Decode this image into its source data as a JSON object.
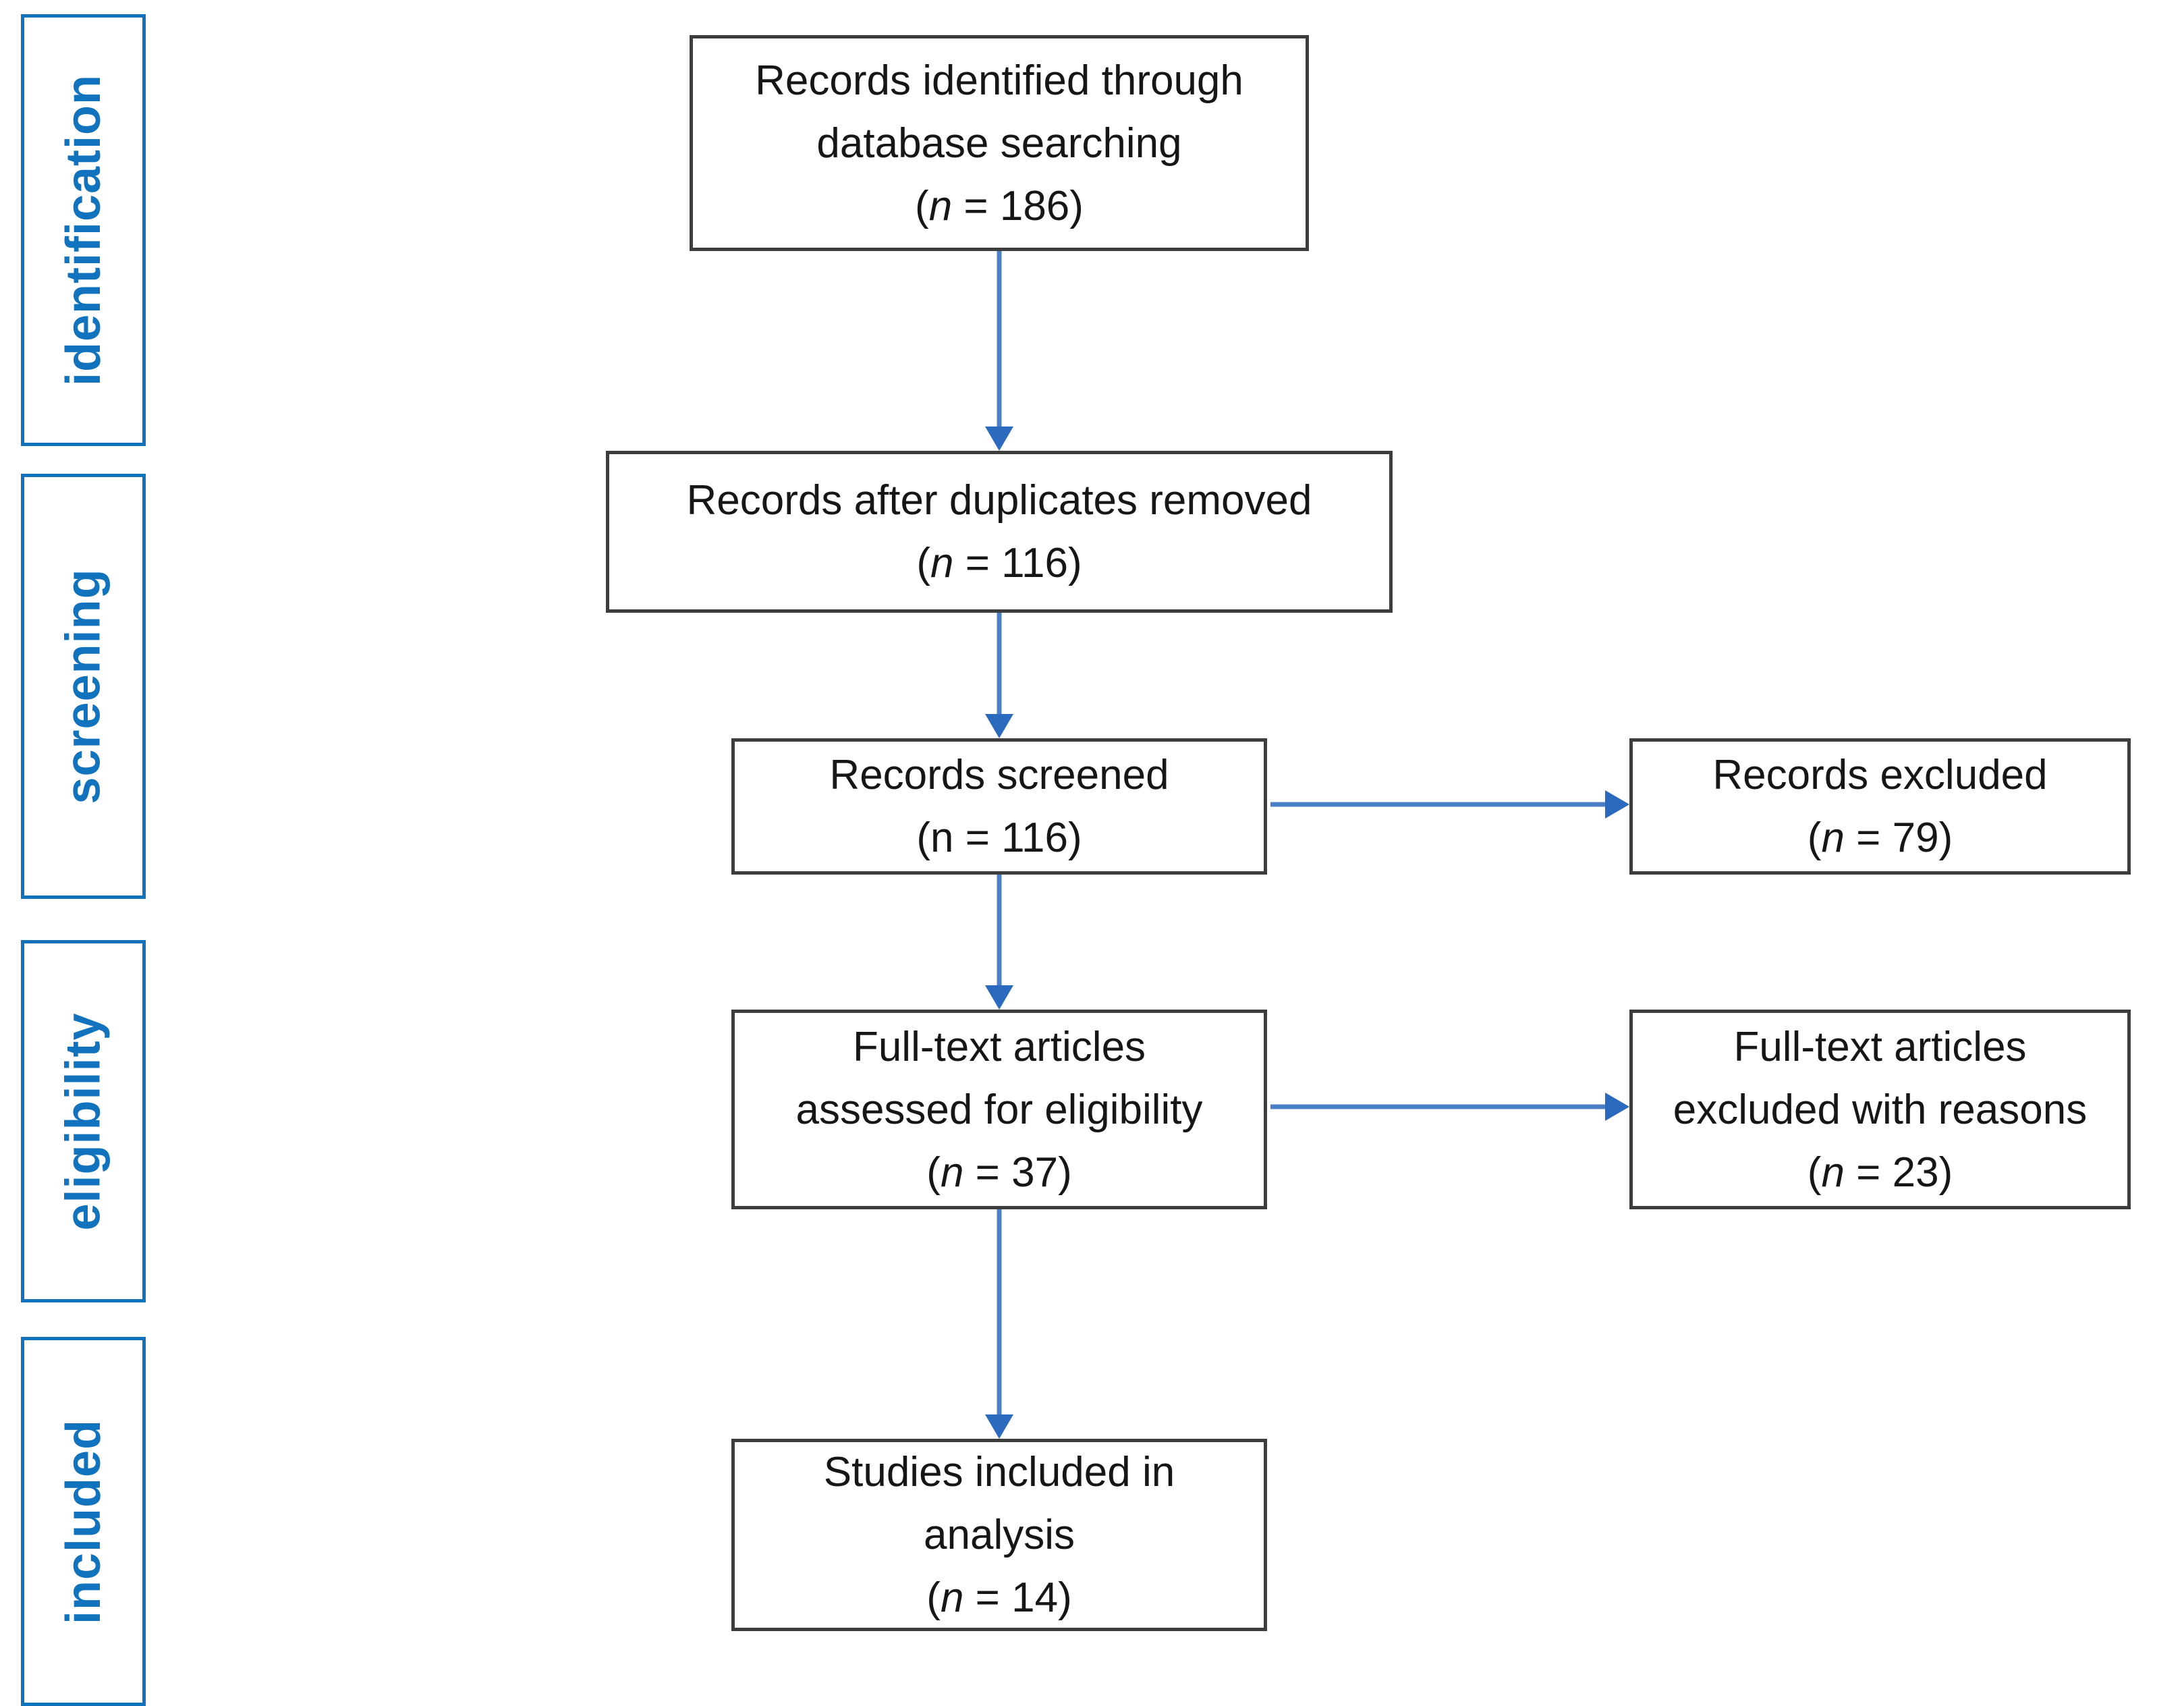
{
  "stages": [
    {
      "id": "identification",
      "label": "identification"
    },
    {
      "id": "screening",
      "label": "screening"
    },
    {
      "id": "eligibility",
      "label": "eligibility"
    },
    {
      "id": "included",
      "label": "included"
    }
  ],
  "boxes": {
    "identified": {
      "lines": [
        "Records identified through",
        "database searching"
      ],
      "n": {
        "open": "(",
        "sym": "n",
        "eq": " = ",
        "value": "186",
        "close": ")"
      }
    },
    "deduplicated": {
      "lines": [
        "Records after duplicates removed"
      ],
      "n": {
        "open": "(",
        "sym": "n",
        "eq": " = ",
        "value": "116",
        "close": ")"
      }
    },
    "screened": {
      "lines": [
        "Records screened"
      ],
      "n": {
        "open": "(",
        "sym": "n",
        "eq": " = ",
        "value": "116",
        "close": ")"
      }
    },
    "fulltext": {
      "lines": [
        "Full-text articles",
        "assessed for eligibility"
      ],
      "n": {
        "open": "(",
        "sym": "n",
        "eq": " = ",
        "value": "37",
        "close": ")"
      }
    },
    "included_studies": {
      "lines": [
        "Studies included in",
        "analysis"
      ],
      "n": {
        "open": "(",
        "sym": "n",
        "eq": " = ",
        "value": "14",
        "close": ")"
      }
    },
    "excluded": {
      "lines": [
        "Records excluded"
      ],
      "n": {
        "open": "(",
        "sym": "n",
        "eq": " = ",
        "value": "79",
        "close": ")"
      }
    },
    "fulltext_excluded": {
      "lines": [
        "Full-text articles",
        "excluded with reasons"
      ],
      "n": {
        "open": "(",
        "sym": "n",
        "eq": " = ",
        "value": "23",
        "close": ")"
      }
    }
  },
  "colors": {
    "stage_blue": "#1172bd",
    "arrow_line": "#4d80c6",
    "arrow_head": "#2b6abe",
    "box_border": "#3d3d3d",
    "text": "#161616",
    "background": "#ffffff"
  }
}
